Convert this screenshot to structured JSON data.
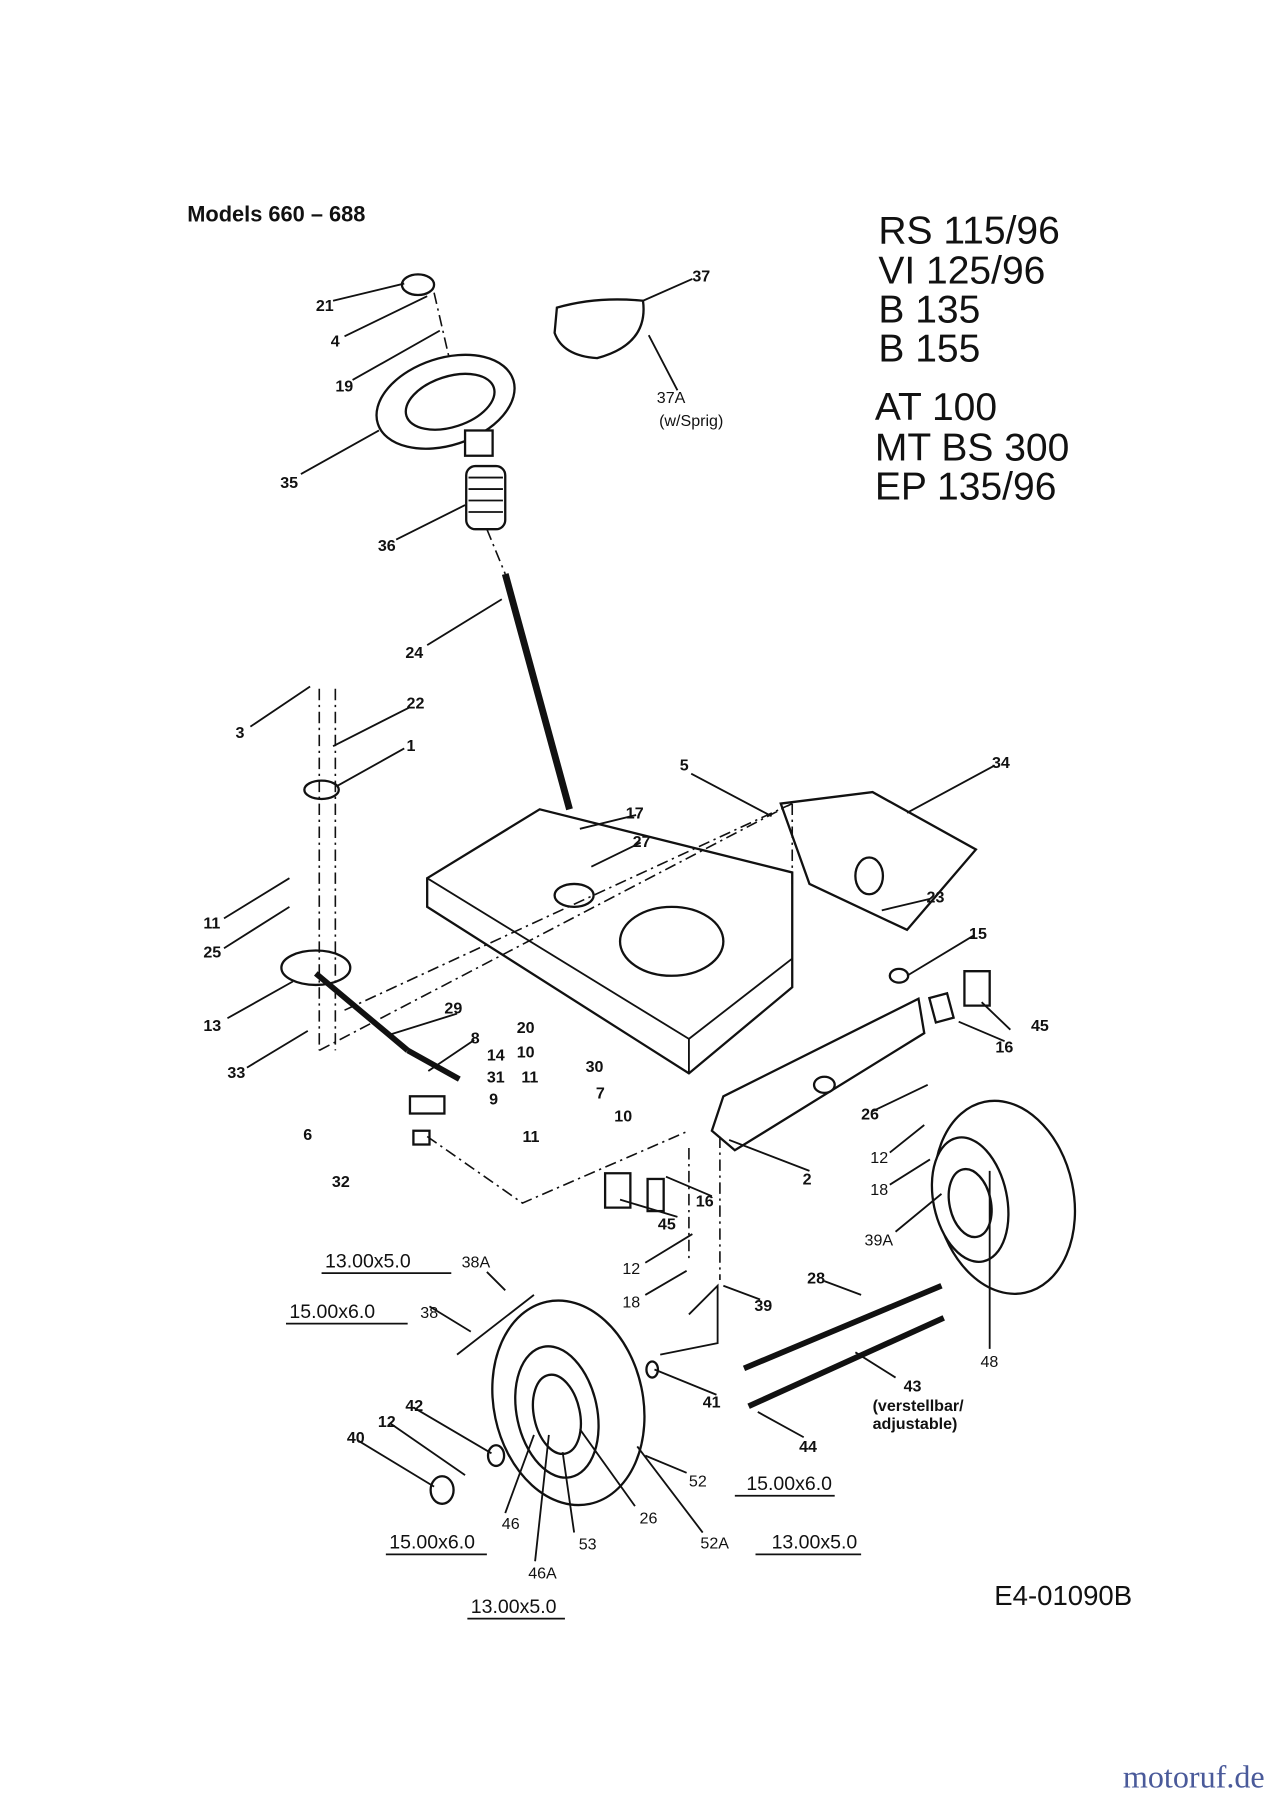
{
  "title": "Models 660 – 688",
  "models": [
    "RS 115/96",
    "VI 125/96",
    "B 135",
    "B 155",
    "AT 100",
    "MT BS 300",
    "EP 135/96"
  ],
  "drawing_code": "E4-01090B",
  "watermark": "motoruf.de",
  "callouts": {
    "c21": "21",
    "c4": "4",
    "c19": "19",
    "c35": "35",
    "c36": "36",
    "c24": "24",
    "c37": "37",
    "c37A": "37A",
    "c37Anote": "(w/Sprig)",
    "c3": "3",
    "c22": "22",
    "c1": "1",
    "c5": "5",
    "c34": "34",
    "c17": "17",
    "c27": "27",
    "c23": "23",
    "c15": "15",
    "c11a": "11",
    "c25": "25",
    "c13": "13",
    "c29": "29",
    "c33": "33",
    "c8": "8",
    "c14": "14",
    "c31": "31",
    "c9": "9",
    "c20": "20",
    "c10a": "10",
    "c11b": "11",
    "c30": "30",
    "c7": "7",
    "c10b": "10",
    "c6": "6",
    "c11c": "11",
    "c32": "32",
    "c2": "2",
    "c26a": "26",
    "c16a": "16",
    "c45a": "45",
    "c12a": "12",
    "c18a": "18",
    "c39A": "39A",
    "c45b": "45",
    "c16b": "16",
    "c12b": "12",
    "c18b": "18",
    "c39": "39",
    "c28": "28",
    "c48": "48",
    "c43": "43",
    "c43note1": "(verstellbar/",
    "c43note2": "adjustable)",
    "c41": "41",
    "c44": "44",
    "c38A": "38A",
    "c38": "38",
    "c42": "42",
    "c12c": "12",
    "c40": "40",
    "c52": "52",
    "c26b": "26",
    "c46": "46",
    "c53": "53",
    "c52A": "52A",
    "c46A": "46A"
  },
  "tire_sizes": {
    "s38A": "13.00x5.0",
    "s38": "15.00x6.0",
    "s52": "15.00x6.0",
    "s46": "15.00x6.0",
    "s52A": "13.00x5.0",
    "s46A": "13.00x5.0"
  }
}
